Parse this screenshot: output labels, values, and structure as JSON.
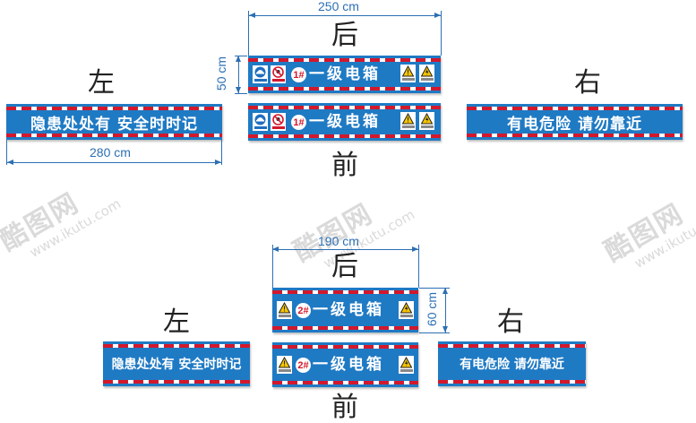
{
  "colors": {
    "sign_blue": "#1f7ac4",
    "stripe_red": "#d3182c",
    "stripe_white": "#ffffff",
    "dimension_blue": "#2c6fb3",
    "label_text": "#222222"
  },
  "top_group": {
    "labels": {
      "back": "后",
      "front": "前",
      "left": "左",
      "right": "右"
    },
    "dimensions": {
      "width_back": "250 cm",
      "height_back": "50 cm",
      "width_left": "280 cm"
    },
    "back_sign": {
      "number": "1#",
      "title": "一级电箱",
      "left_icons": [
        "helmet-mandatory-icon",
        "no-climbing-prohibition-icon"
      ],
      "right_icons": [
        "warning-triangle-icon",
        "electric-shock-warning-icon"
      ]
    },
    "front_sign": {
      "number": "1#",
      "title": "一级电箱",
      "left_icons": [
        "helmet-mandatory-icon",
        "no-climbing-prohibition-icon"
      ],
      "right_icons": [
        "warning-triangle-icon",
        "electric-shock-warning-icon"
      ]
    },
    "left_sign": {
      "text": "隐患处处有  安全时时记"
    },
    "right_sign": {
      "text": "有电危险  请勿靠近"
    }
  },
  "bottom_group": {
    "labels": {
      "back": "后",
      "front": "前",
      "left": "左",
      "right": "右"
    },
    "dimensions": {
      "width_back": "190 cm",
      "height_back": "60 cm"
    },
    "back_sign": {
      "number": "2#",
      "title": "一级电箱",
      "left_icons": [
        "warning-triangle-icon"
      ],
      "right_icons": [
        "electric-shock-warning-icon"
      ]
    },
    "front_sign": {
      "number": "2#",
      "title": "一级电箱",
      "left_icons": [
        "warning-triangle-icon"
      ],
      "right_icons": [
        "electric-shock-warning-icon"
      ]
    },
    "left_sign": {
      "text": "隐患处处有 安全时时记"
    },
    "right_sign": {
      "text": "有电危险  请勿靠近"
    }
  },
  "watermark": {
    "logo": "酷图网",
    "url": "www.ikutu.com"
  }
}
